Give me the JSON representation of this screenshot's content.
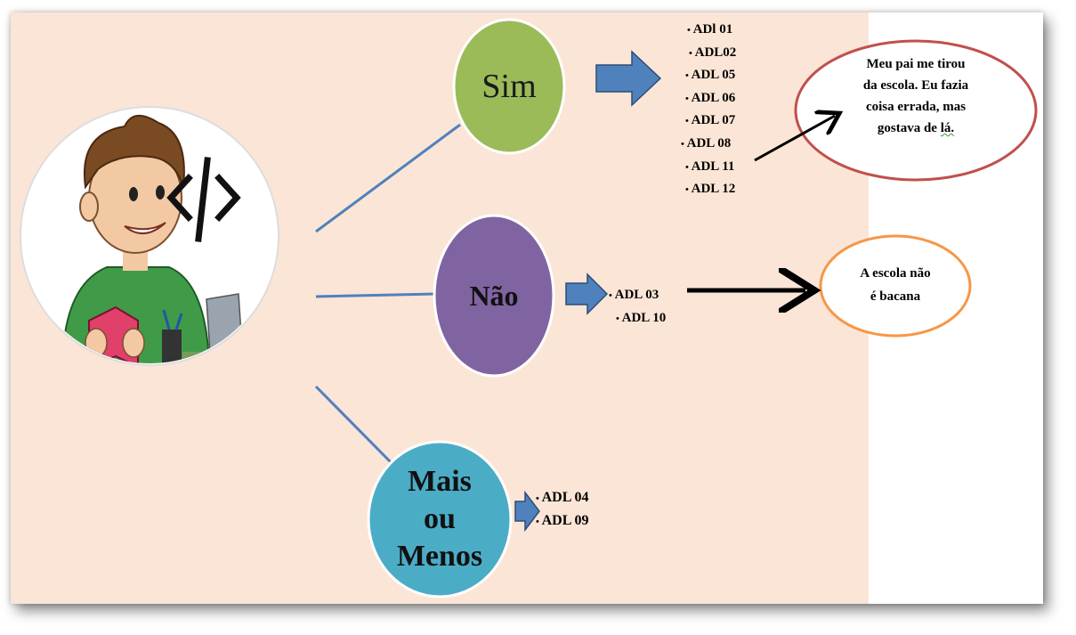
{
  "colors": {
    "background": "#fbe5d6",
    "sim": "#9bbb59",
    "nao": "#8064a2",
    "mais_ou_menos": "#4bacc6",
    "connector": "#4f81bd",
    "arrow_fill": "#4f81bd",
    "callout_sim_border": "#c0504d",
    "callout_nao_border": "#f79646"
  },
  "icons": {
    "avatar": "boy-reading-book-with-code-icon"
  },
  "nodes": {
    "sim": {
      "label": "Sim",
      "items": [
        "ADl 01",
        "ADL02",
        "ADL  05",
        "ADL  06",
        "ADL  07",
        "ADL   08",
        "ADL  11",
        "ADL  12"
      ]
    },
    "nao": {
      "label": "Não",
      "items": [
        "ADL  03",
        "ADL  10"
      ]
    },
    "mais": {
      "label_lines": [
        "Mais",
        "ou",
        "Menos"
      ],
      "items": [
        "ADL 04",
        "ADL 09"
      ]
    }
  },
  "callouts": {
    "sim": {
      "lines": [
        "Meu pai me tirou",
        "da escola. Eu fazia",
        "coisa errada, mas",
        "gostava de "
      ],
      "underlined": "lá."
    },
    "nao": {
      "lines": [
        "A escola não",
        "é bacana"
      ]
    }
  }
}
